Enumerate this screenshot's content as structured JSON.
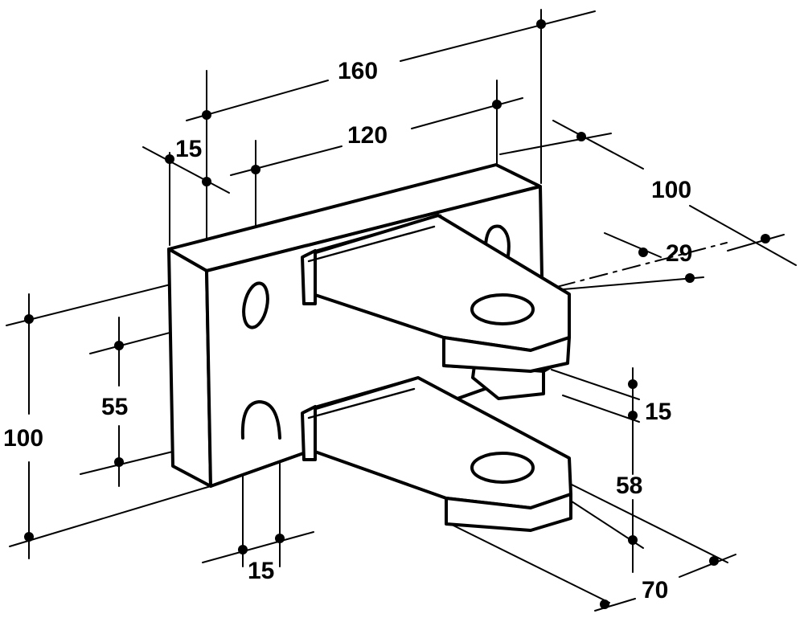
{
  "dimensions": {
    "overall_width": "160",
    "hole_spacing_horizontal": "120",
    "plate_thickness": "15",
    "depth": "100",
    "lug_hole_offset": "29",
    "hole_spacing_vertical": "55",
    "plate_height": "100",
    "slot_width": "15",
    "lug_thickness": "15",
    "lug_gap": "58",
    "lug_length": "70"
  }
}
